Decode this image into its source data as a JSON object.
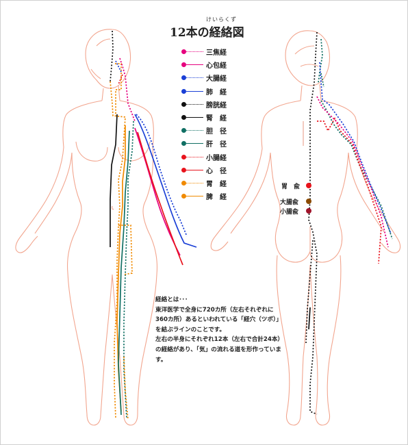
{
  "title": {
    "main": "12本の経絡図",
    "ruby": "けいらくず"
  },
  "legend": [
    {
      "label": "三焦経",
      "color": "#e6007e",
      "style": "dotted"
    },
    {
      "label": "心包経",
      "color": "#e6007e",
      "style": "solid"
    },
    {
      "label": "大腸経",
      "color": "#1a3fd6",
      "style": "dotted"
    },
    {
      "label": "肺　経",
      "color": "#1a3fd6",
      "style": "solid"
    },
    {
      "label": "膀胱経",
      "color": "#111111",
      "style": "dotted"
    },
    {
      "label": "腎　経",
      "color": "#111111",
      "style": "solid"
    },
    {
      "label": "胆　径",
      "color": "#106f63",
      "style": "dotted"
    },
    {
      "label": "肝　径",
      "color": "#106f63",
      "style": "solid"
    },
    {
      "label": "小腸経",
      "color": "#e8131c",
      "style": "dotted"
    },
    {
      "label": "心　径",
      "color": "#e8131c",
      "style": "solid"
    },
    {
      "label": "胃　経",
      "color": "#f08a00",
      "style": "dotted"
    },
    {
      "label": "脾　経",
      "color": "#f08a00",
      "style": "solid"
    }
  ],
  "back_points": [
    {
      "label": "胃　兪",
      "color": "#e8131c"
    },
    {
      "label": "大腸兪",
      "color": "#8a4a00"
    },
    {
      "label": "小腸兪",
      "color": "#a0132a"
    }
  ],
  "description": {
    "heading": "経絡とは･･･",
    "paragraph1": "東洋医学で全身に720カ所（左右それぞれに360カ所）あるといわれている「経穴（ツボ）」を結ぶラインのことです。",
    "paragraph2": "左右の半身にそれぞれ12本（左右で合計24本）の経絡があり、「気」の流れる道を形作っています。"
  },
  "colors": {
    "body_outline": "#f2a58e",
    "text": "#222222"
  }
}
